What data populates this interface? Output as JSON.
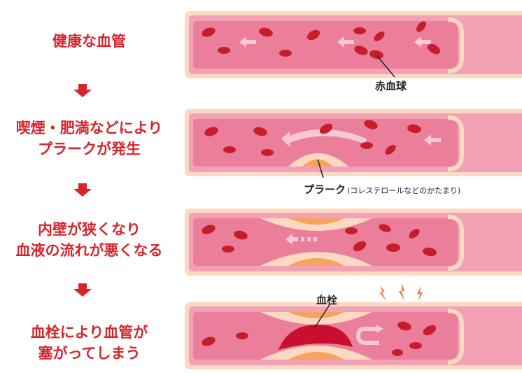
{
  "stages": [
    {
      "label": "健康な血管"
    },
    {
      "label": "喫煙・肥満などにより\nプラークが発生"
    },
    {
      "label": "内壁が狭くなり\n血液の流れが悪くなる"
    },
    {
      "label": "血栓により血管が\n塞がってしまう"
    }
  ],
  "callouts": {
    "red_blood_cell": "赤血球",
    "plaque": "プラーク",
    "plaque_note": "(コレステロールなどのかたまり)",
    "thrombus": "血栓"
  },
  "colors": {
    "label_red": "#d6252b",
    "vessel_wall": "#f2a0b3",
    "vessel_outline": "#fbd9c2",
    "lumen": "#ec7c99",
    "cell": "#c71d2a",
    "plaque": "#f6a35d",
    "thrombus": "#c8102e"
  }
}
